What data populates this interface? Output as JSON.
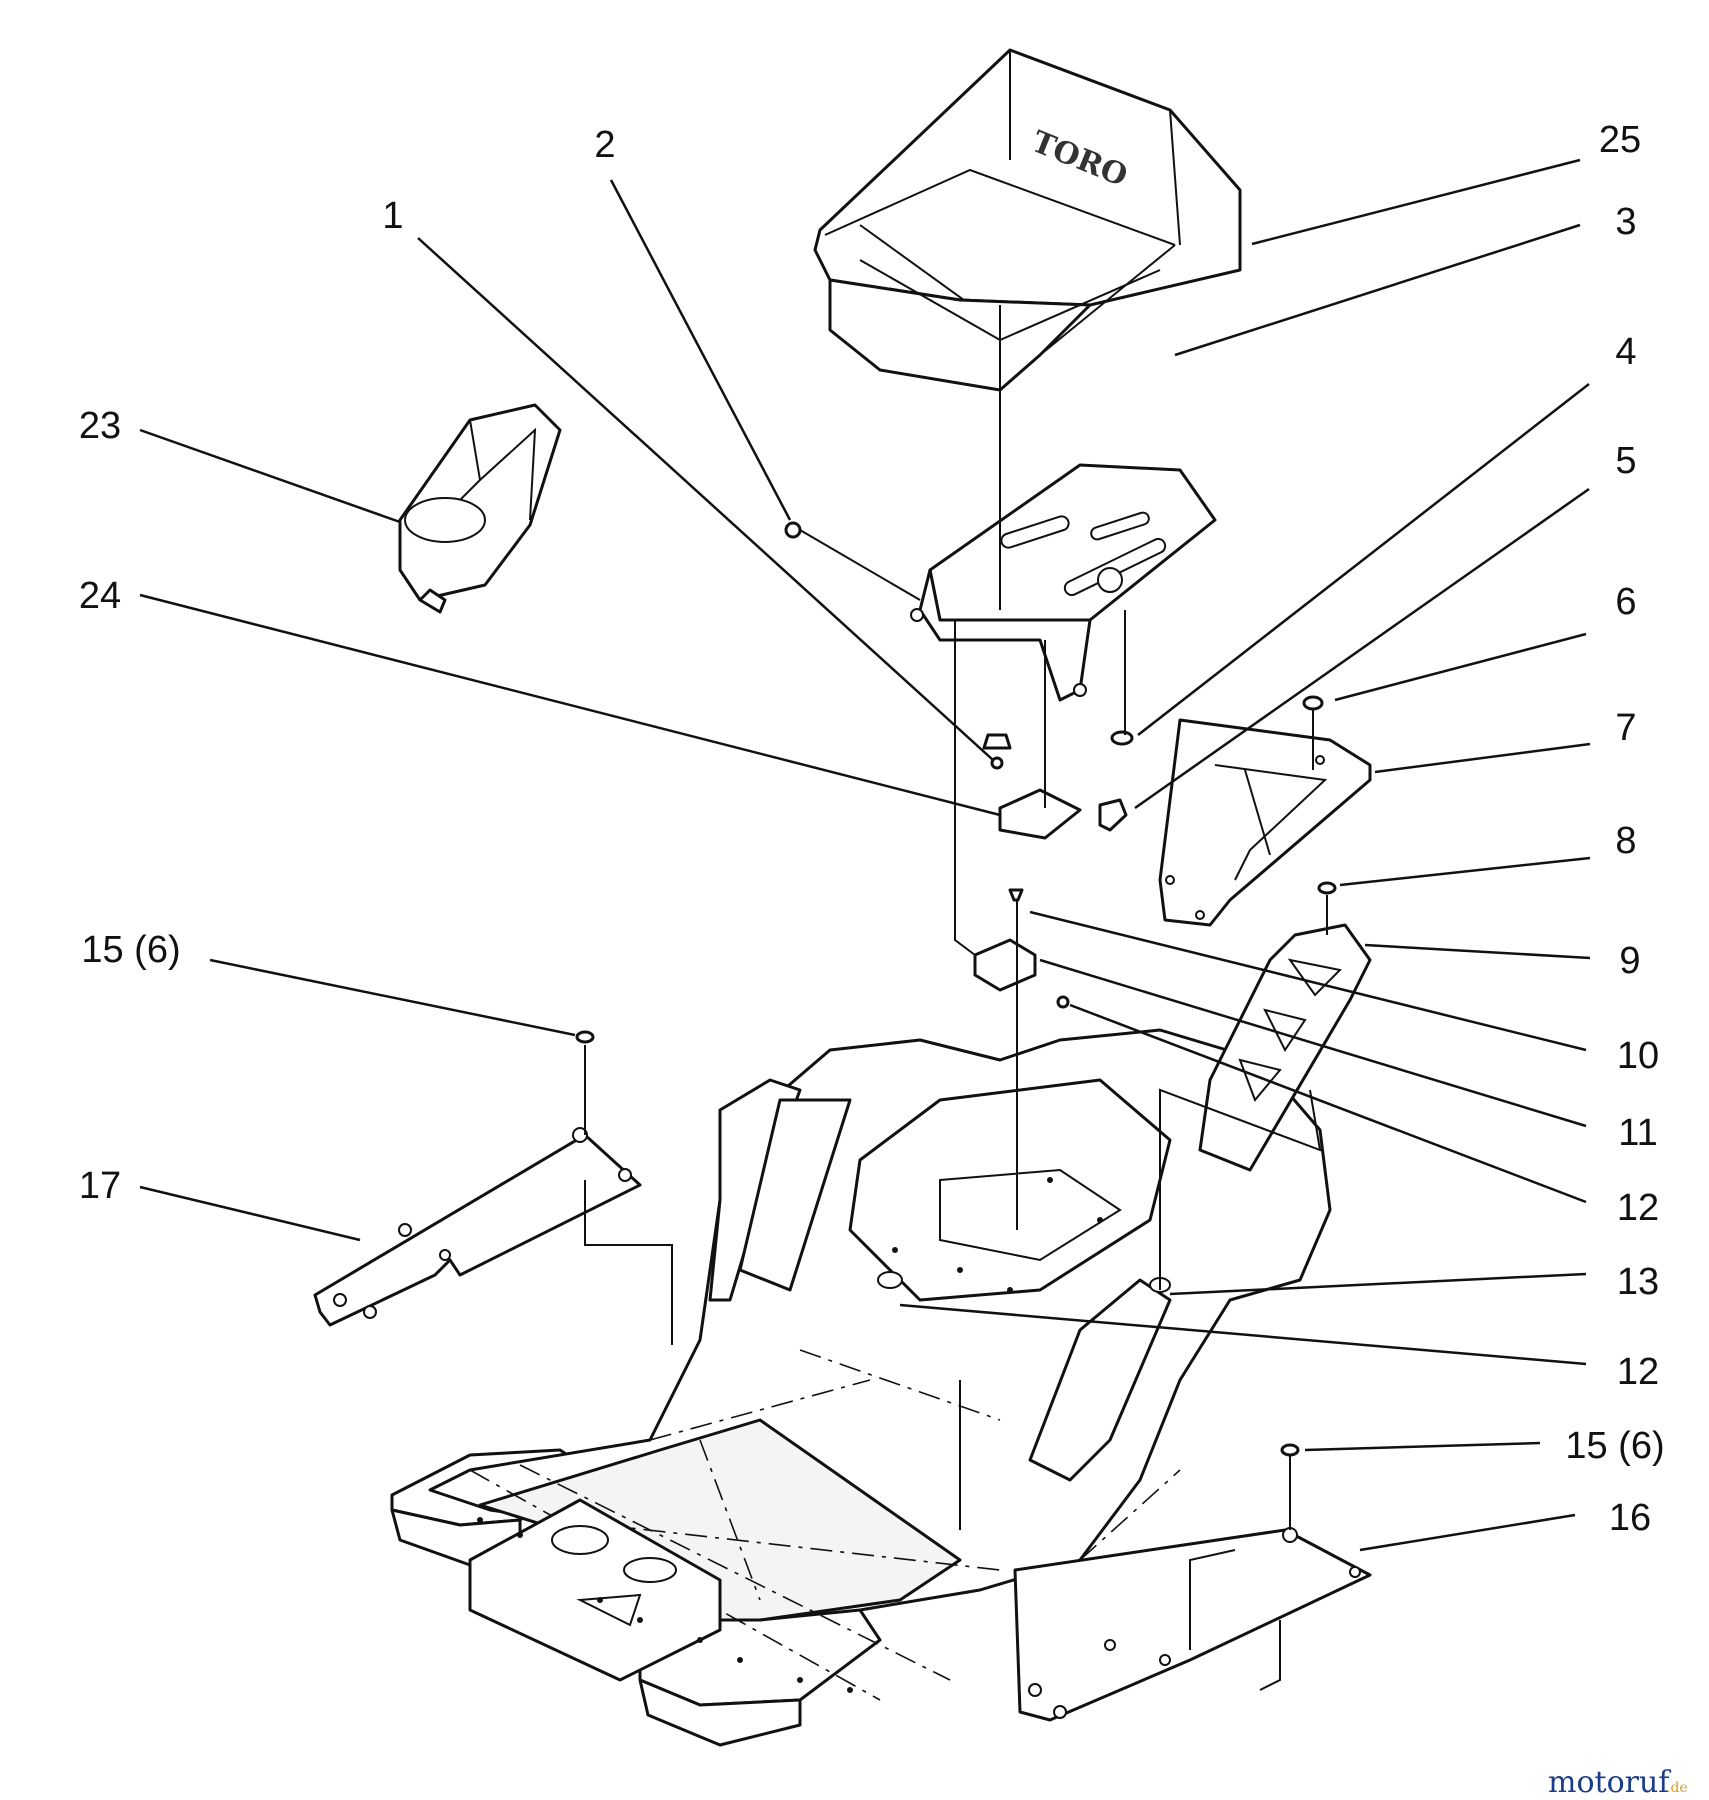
{
  "brand_on_seat": "TORO",
  "callouts": [
    {
      "id": "c1",
      "text": "1"
    },
    {
      "id": "c2",
      "text": "2"
    },
    {
      "id": "c3",
      "text": "3"
    },
    {
      "id": "c4",
      "text": "4"
    },
    {
      "id": "c5",
      "text": "5"
    },
    {
      "id": "c6",
      "text": "6"
    },
    {
      "id": "c7",
      "text": "7"
    },
    {
      "id": "c8",
      "text": "8"
    },
    {
      "id": "c9",
      "text": "9"
    },
    {
      "id": "c10",
      "text": "10"
    },
    {
      "id": "c11",
      "text": "11"
    },
    {
      "id": "c12a",
      "text": "12"
    },
    {
      "id": "c12b",
      "text": "12"
    },
    {
      "id": "c13",
      "text": "13"
    },
    {
      "id": "c15a",
      "text": "15 (6)"
    },
    {
      "id": "c15b",
      "text": "15 (6)"
    },
    {
      "id": "c16",
      "text": "16"
    },
    {
      "id": "c17",
      "text": "17"
    },
    {
      "id": "c23",
      "text": "23"
    },
    {
      "id": "c24",
      "text": "24"
    },
    {
      "id": "c25",
      "text": "25"
    }
  ],
  "watermark": {
    "main": "motoruf",
    "suffix": ".de",
    "colors": [
      "#1a3c8a",
      "#d9a21b"
    ]
  }
}
